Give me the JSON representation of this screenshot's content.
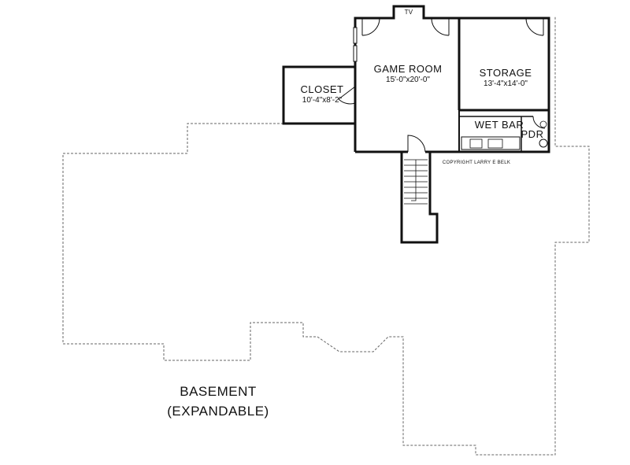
{
  "rooms": {
    "game_room": {
      "name": "GAME ROOM",
      "dims": "15'-0\"x20'-0\""
    },
    "storage": {
      "name": "STORAGE",
      "dims": "13'-4\"x14'-0\""
    },
    "closet": {
      "name": "CLOSET",
      "dims": "10'-4\"x8'-2\""
    },
    "wet_bar": {
      "name": "WET BAR"
    },
    "powder": {
      "name": "PDR"
    }
  },
  "tv_label": "TV",
  "copyright": "COPYRIGHT LARRY E BELK",
  "basement": {
    "line1": "BASEMENT",
    "line2": "(EXPANDABLE)"
  },
  "colors": {
    "wall": "#111111",
    "outline": "#666666",
    "background": "#ffffff"
  }
}
